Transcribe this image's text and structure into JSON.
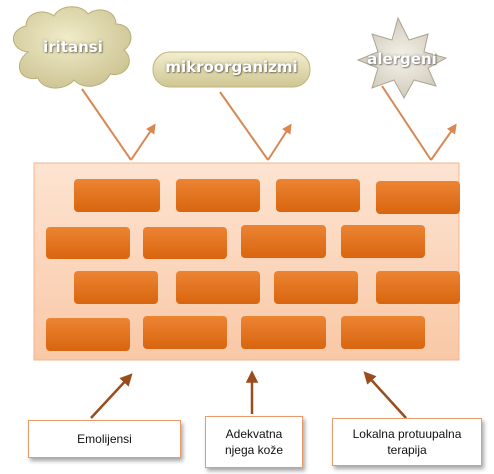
{
  "threats": {
    "irritants": "iritansi",
    "microorganisms": "mikroorganizmi",
    "allergens": "alergeni"
  },
  "supports": {
    "emollients": "Emolijensi",
    "skin_care_line1": "Adekvatna",
    "skin_care_line2": "njega kože",
    "topical_therapy_line1": "Lokalna protuupalna",
    "topical_therapy_line2": "terapija"
  },
  "colors": {
    "brick": "#e2711d",
    "wall": "#fcd7bf",
    "arrow": "#d98853",
    "cloud": "#d9d2a6",
    "pill": "#e3dcb2",
    "star": "#e0dbcf"
  }
}
